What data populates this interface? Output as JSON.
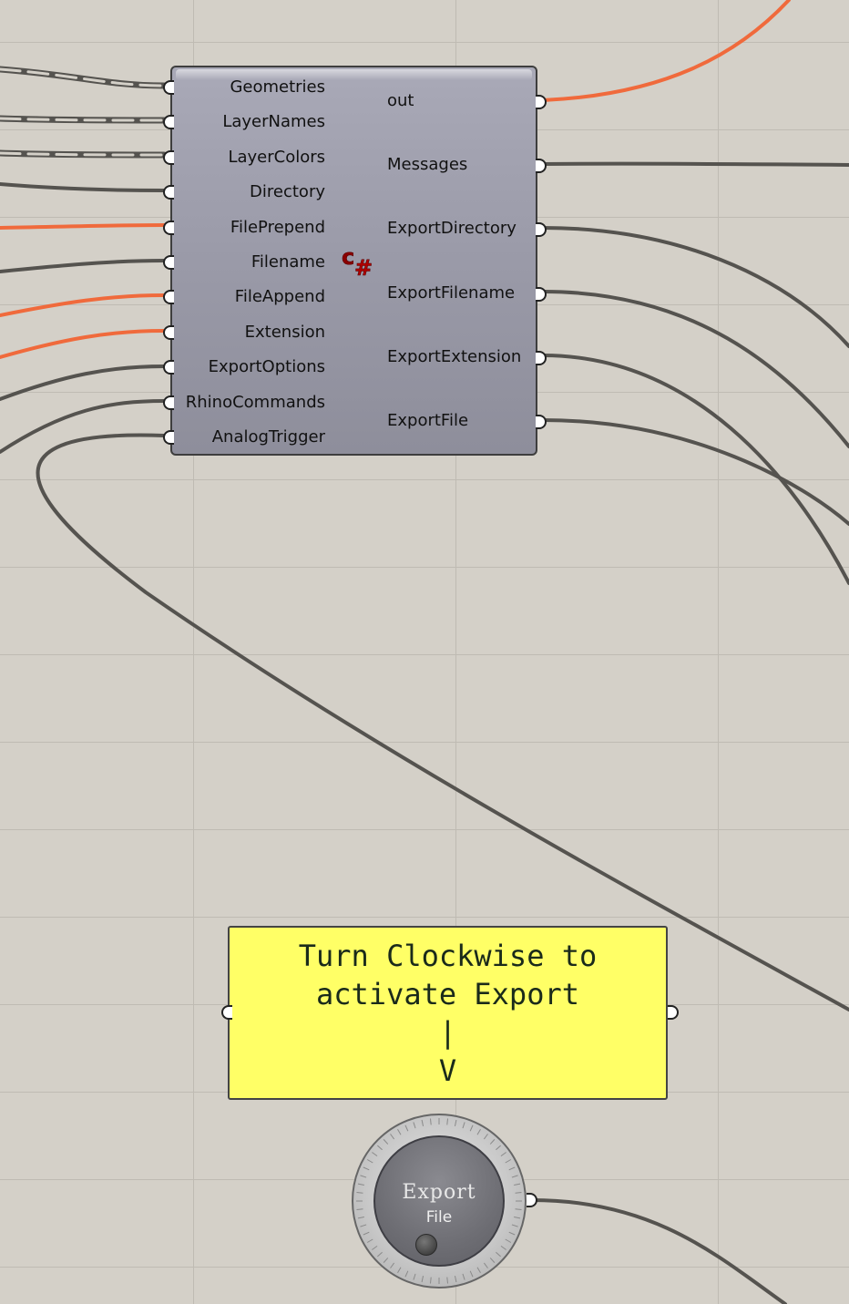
{
  "component": {
    "icon": "csharp-icon",
    "icon_text": "C#",
    "inputs": [
      {
        "label": "Geometries"
      },
      {
        "label": "LayerNames"
      },
      {
        "label": "LayerColors"
      },
      {
        "label": "Directory"
      },
      {
        "label": "FilePrepend"
      },
      {
        "label": "Filename"
      },
      {
        "label": "FileAppend"
      },
      {
        "label": "Extension"
      },
      {
        "label": "ExportOptions"
      },
      {
        "label": "RhinoCommands"
      },
      {
        "label": "AnalogTrigger"
      }
    ],
    "outputs": [
      {
        "label": "out"
      },
      {
        "label": "Messages"
      },
      {
        "label": "ExportDirectory"
      },
      {
        "label": "ExportFilename"
      },
      {
        "label": "ExportExtension"
      },
      {
        "label": "ExportFile"
      }
    ]
  },
  "panel": {
    "lines": [
      "Turn Clockwise to",
      "activate Export",
      "|",
      "V"
    ]
  },
  "dial": {
    "title": "Export",
    "subtitle": "File"
  },
  "colors": {
    "canvas": "#d4d0c8",
    "wire_default": "#55534f",
    "wire_selected": "#f06a3c",
    "panel": "#ffff66",
    "component": "#9a9aa8"
  }
}
